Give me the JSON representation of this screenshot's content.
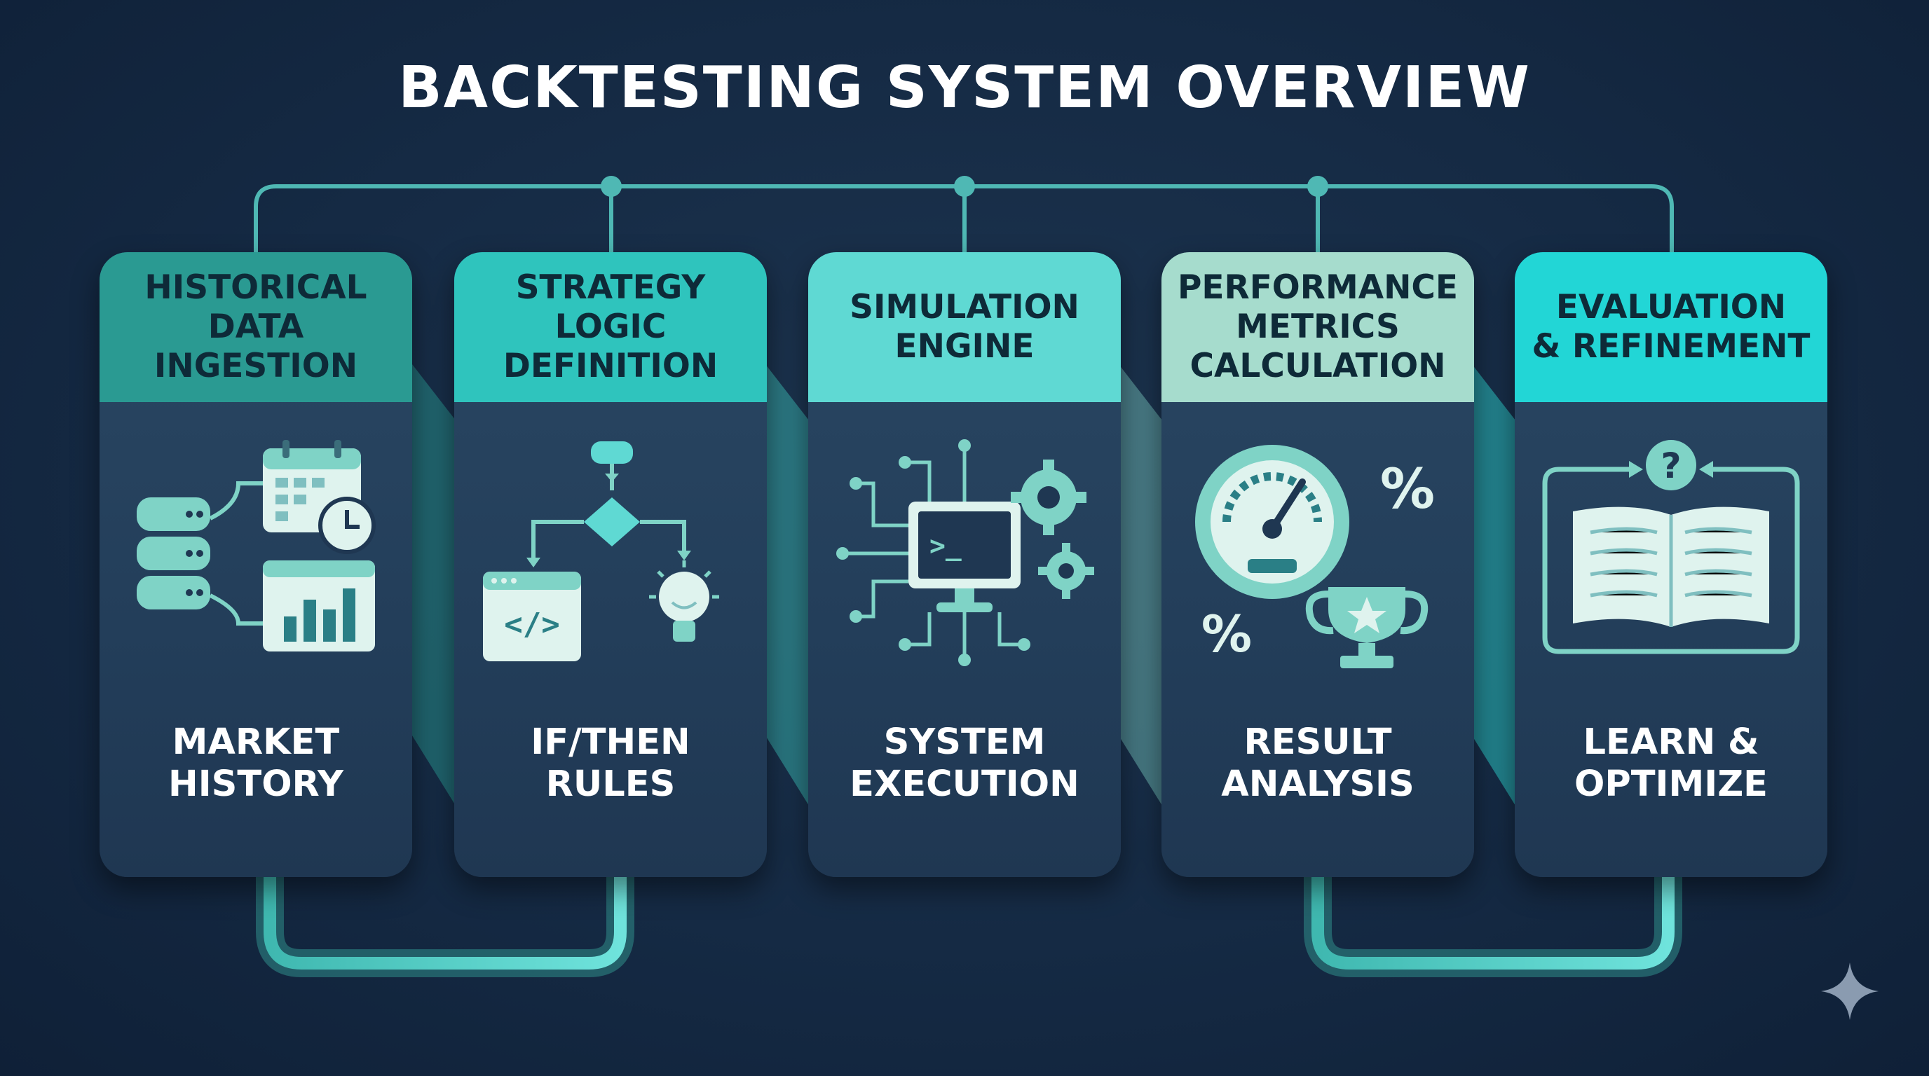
{
  "title": "BACKTESTING SYSTEM OVERVIEW",
  "colors": {
    "background": "#152a44",
    "card": "#233e5a",
    "wire": "#4fb8b4",
    "loop": "#5ed6d0"
  },
  "cards": [
    {
      "header": "HISTORICAL\nDATA\nINGESTION",
      "footer": "MARKET\nHISTORY",
      "icon": "database-calendar-chart-icon",
      "header_color": "#2a9a92"
    },
    {
      "header": "STRATEGY\nLOGIC\nDEFINITION",
      "footer": "IF/THEN\nRULES",
      "icon": "flowchart-code-lightbulb-icon",
      "header_color": "#2fc4bd"
    },
    {
      "header": "SIMULATION\nENGINE",
      "footer": "SYSTEM\nEXECUTION",
      "icon": "computer-terminal-gears-icon",
      "header_color": "#5fd9d3"
    },
    {
      "header": "PERFORMANCE\nMETRICS\nCALCULATION",
      "footer": "RESULT\nANALYSIS",
      "icon": "gauge-trophy-percent-icon",
      "header_color": "#a6dccd"
    },
    {
      "header": "EVALUATION\n& REFINEMENT",
      "footer": "LEARN &\nOPTIMIZE",
      "icon": "book-question-cycle-icon",
      "header_color": "#22d6d6"
    }
  ]
}
